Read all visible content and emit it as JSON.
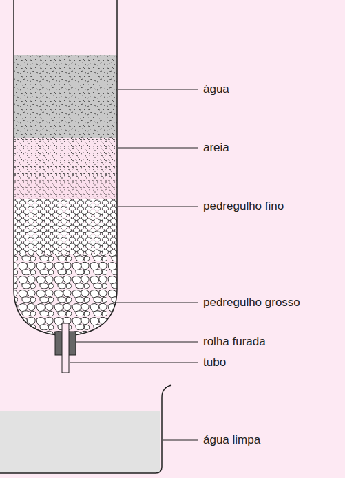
{
  "diagram": {
    "labels": [
      "água",
      "areia",
      "pedregulho fino",
      "pedregulho grosso",
      "rolha furada",
      "tubo",
      "água limpa"
    ]
  }
}
